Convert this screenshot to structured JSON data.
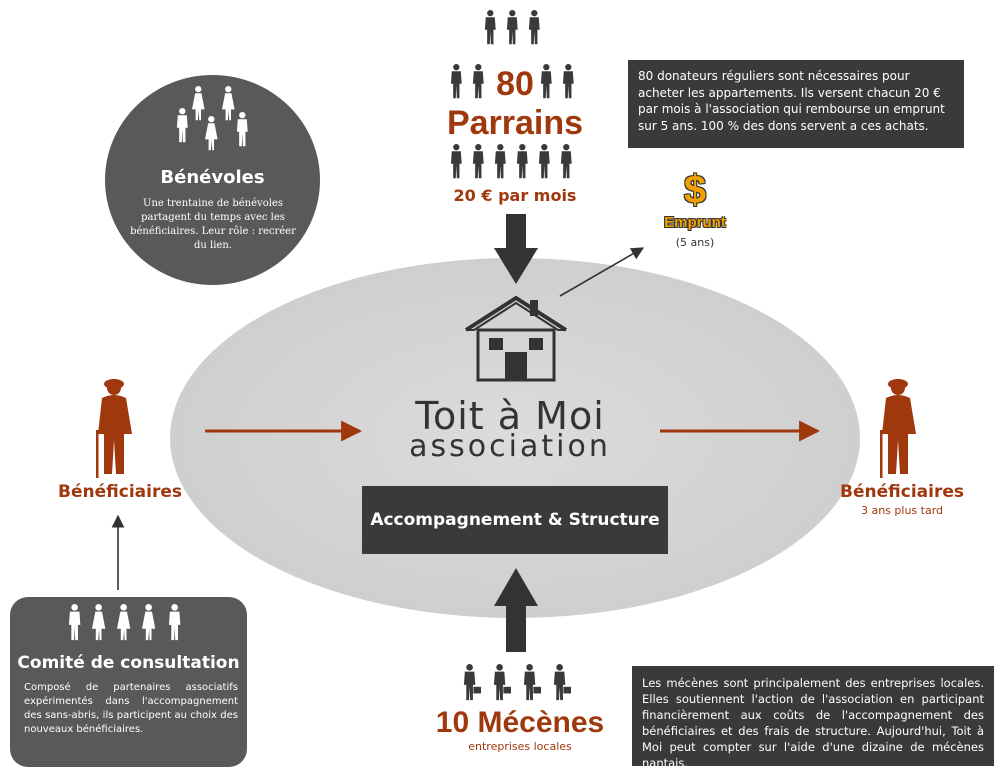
{
  "parrains": {
    "count": "80",
    "label": "Parrains",
    "amount": "20 € par mois"
  },
  "parrains_info": "80 donateurs réguliers sont nécessaires pour acheter les appartements. Ils versent chacun 20 € par mois à l'association qui rembourse un emprunt sur 5 ans. 100 % des dons servent a ces achats.",
  "emprunt": {
    "label": "Emprunt",
    "sub": "(5 ans)",
    "symbol": "$"
  },
  "benevoles": {
    "title": "Bénévoles",
    "text": "Une trentaine de bénévoles partagent du temps avec les bénéficiaires. Leur rôle : recréer du lien."
  },
  "logo": {
    "name": "Toit à Moi",
    "sub": "association"
  },
  "structure_label": "Accompagnement & Structure",
  "beneficiaires_left": {
    "label": "Bénéficiaires"
  },
  "beneficiaires_right": {
    "label": "Bénéficiaires",
    "sub": "3 ans plus tard"
  },
  "comite": {
    "title": "Comité de consultation",
    "text": "Composé de partenaires associatifs expérimentés dans l'accompagnement des sans-abris, ils participent au choix des nouveaux bénéficiaires."
  },
  "mecenes": {
    "count": "10 Mécènes",
    "sub": "entreprises locales"
  },
  "mecenes_info": "Les mécènes sont principalement des entreprises locales. Elles soutiennent l'action de l'association en participant financièrement aux coûts de l'accompagnement des bénéficiaires et des frais de structure. Aujourd'hui, Toit à Moi peut compter sur l'aide d'une dizaine de mécènes nantais.",
  "colors": {
    "dark": "#3a3a3a",
    "circle": "#595959",
    "rust": "#a0380d",
    "gold": "#f0a000",
    "ellipse": "#d4d4d4"
  },
  "icons": [
    "person-icon",
    "house-icon",
    "dollar-icon",
    "elderly-person-icon",
    "businessman-icon",
    "arrow-icon"
  ]
}
